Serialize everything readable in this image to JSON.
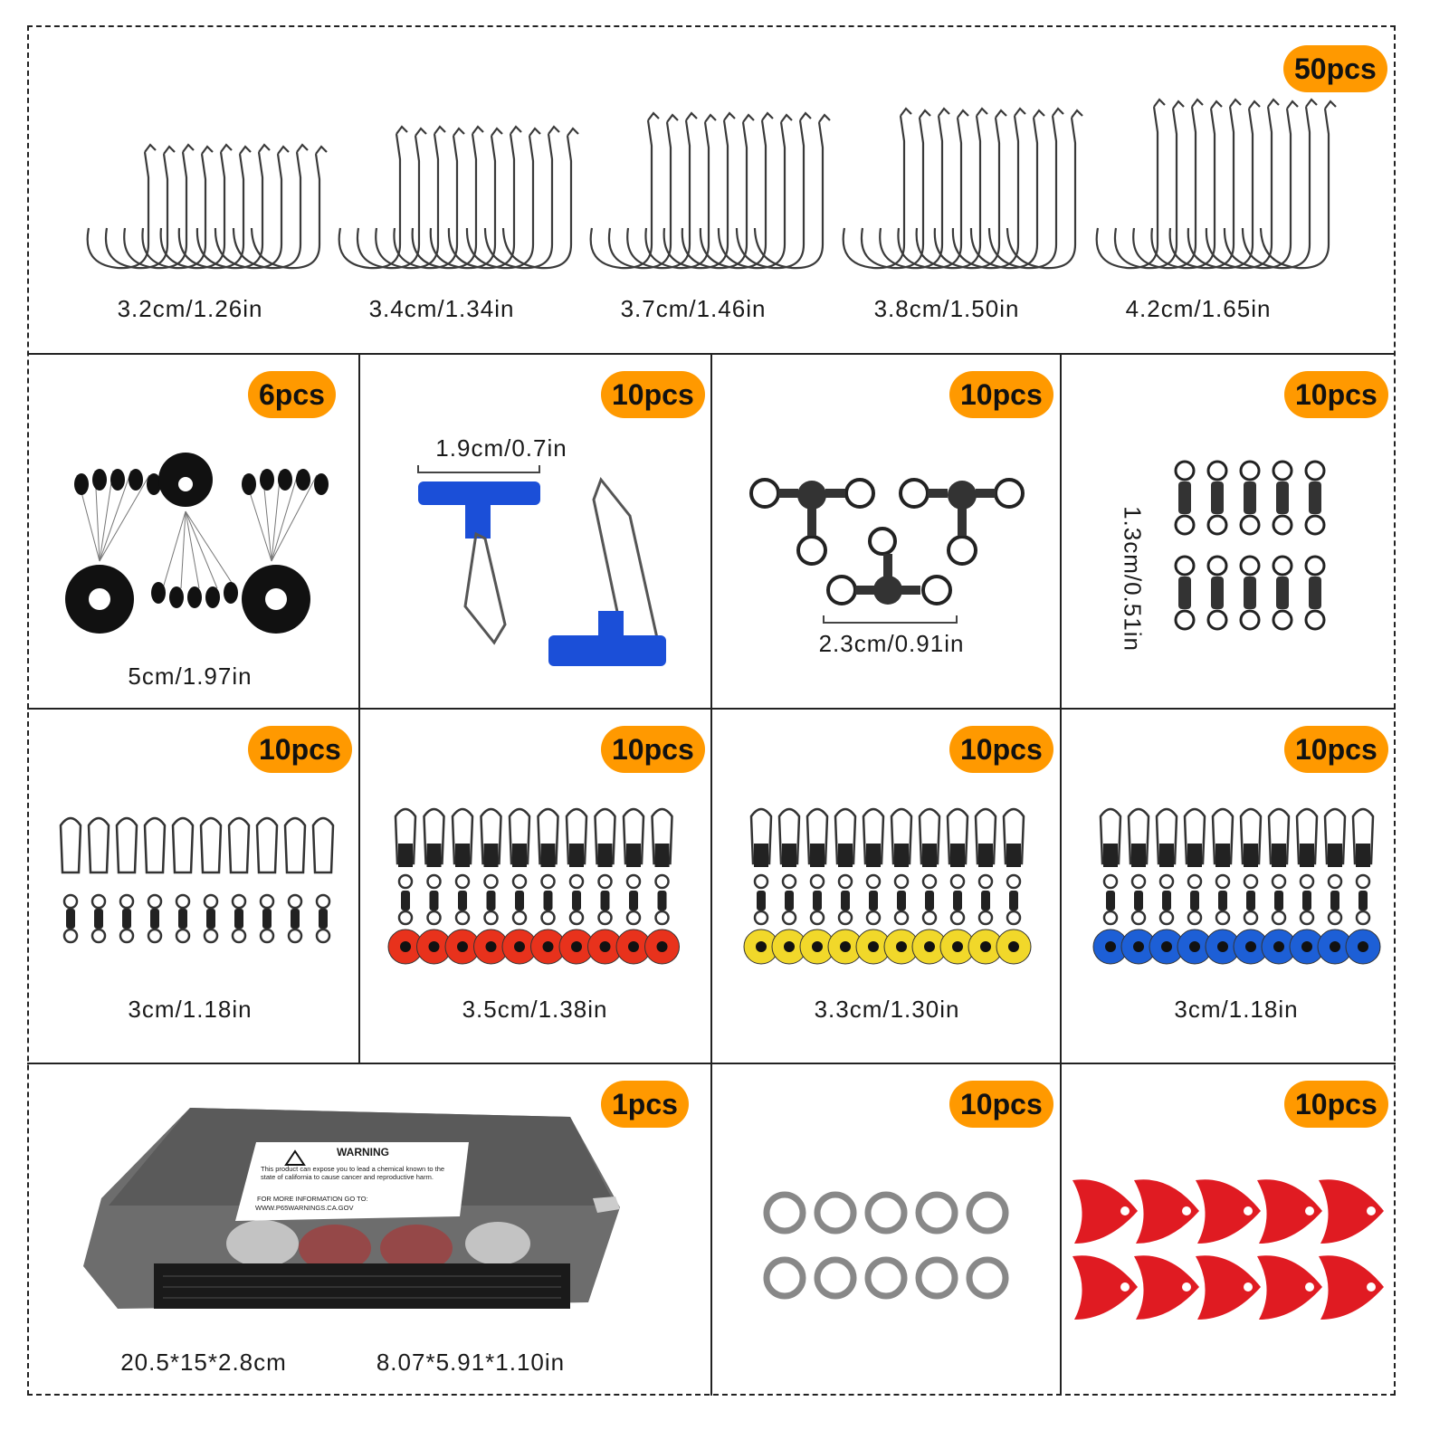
{
  "top": {
    "badge": "50pcs",
    "hook_sizes": [
      "3.2cm/1.26in",
      "3.4cm/1.34in",
      "3.7cm/1.46in",
      "3.8cm/1.50in",
      "4.2cm/1.65in"
    ]
  },
  "row2": {
    "stoppers": {
      "badge": "6pcs",
      "label": "5cm/1.97in"
    },
    "sinker_slides": {
      "badge": "10pcs",
      "label": "1.9cm/0.7in"
    },
    "three_way_swivels": {
      "badge": "10pcs",
      "label": "2.3cm/0.91in"
    },
    "rolling_swivels": {
      "badge": "10pcs",
      "label": "1.3cm/0.51in"
    }
  },
  "row3": {
    "snap_swivels": {
      "badge": "10pcs",
      "label": "3cm/1.18in"
    },
    "red_beads": {
      "badge": "10pcs",
      "label": "3.5cm/1.38in"
    },
    "yellow_beads": {
      "badge": "10pcs",
      "label": "3.3cm/1.30in"
    },
    "blue_beads": {
      "badge": "10pcs",
      "label": "3cm/1.18in"
    }
  },
  "row4": {
    "tackle_box": {
      "badge": "1pcs",
      "label_cm": "20.5*15*2.8cm",
      "label_in": "8.07*5.91*1.10in",
      "warning_title": "WARNING",
      "warning_text": "This product can expose you to lead a chemical known to the state of california to cause cancer and reproductive harm.",
      "warning_more": "FOR MORE INFORMATION GO TO:",
      "warning_url": "WWW.P65WARNINGS.CA.GOV"
    },
    "split_rings": {
      "badge": "10pcs"
    },
    "red_floats": {
      "badge": "10pcs"
    }
  },
  "colors": {
    "badge": "#ff9900",
    "red_bead": "#e8321c",
    "yellow_bead": "#f1d82a",
    "blue_bead": "#1d5fd6",
    "slide_blue": "#1b4fd8",
    "float_red": "#e01b22"
  }
}
